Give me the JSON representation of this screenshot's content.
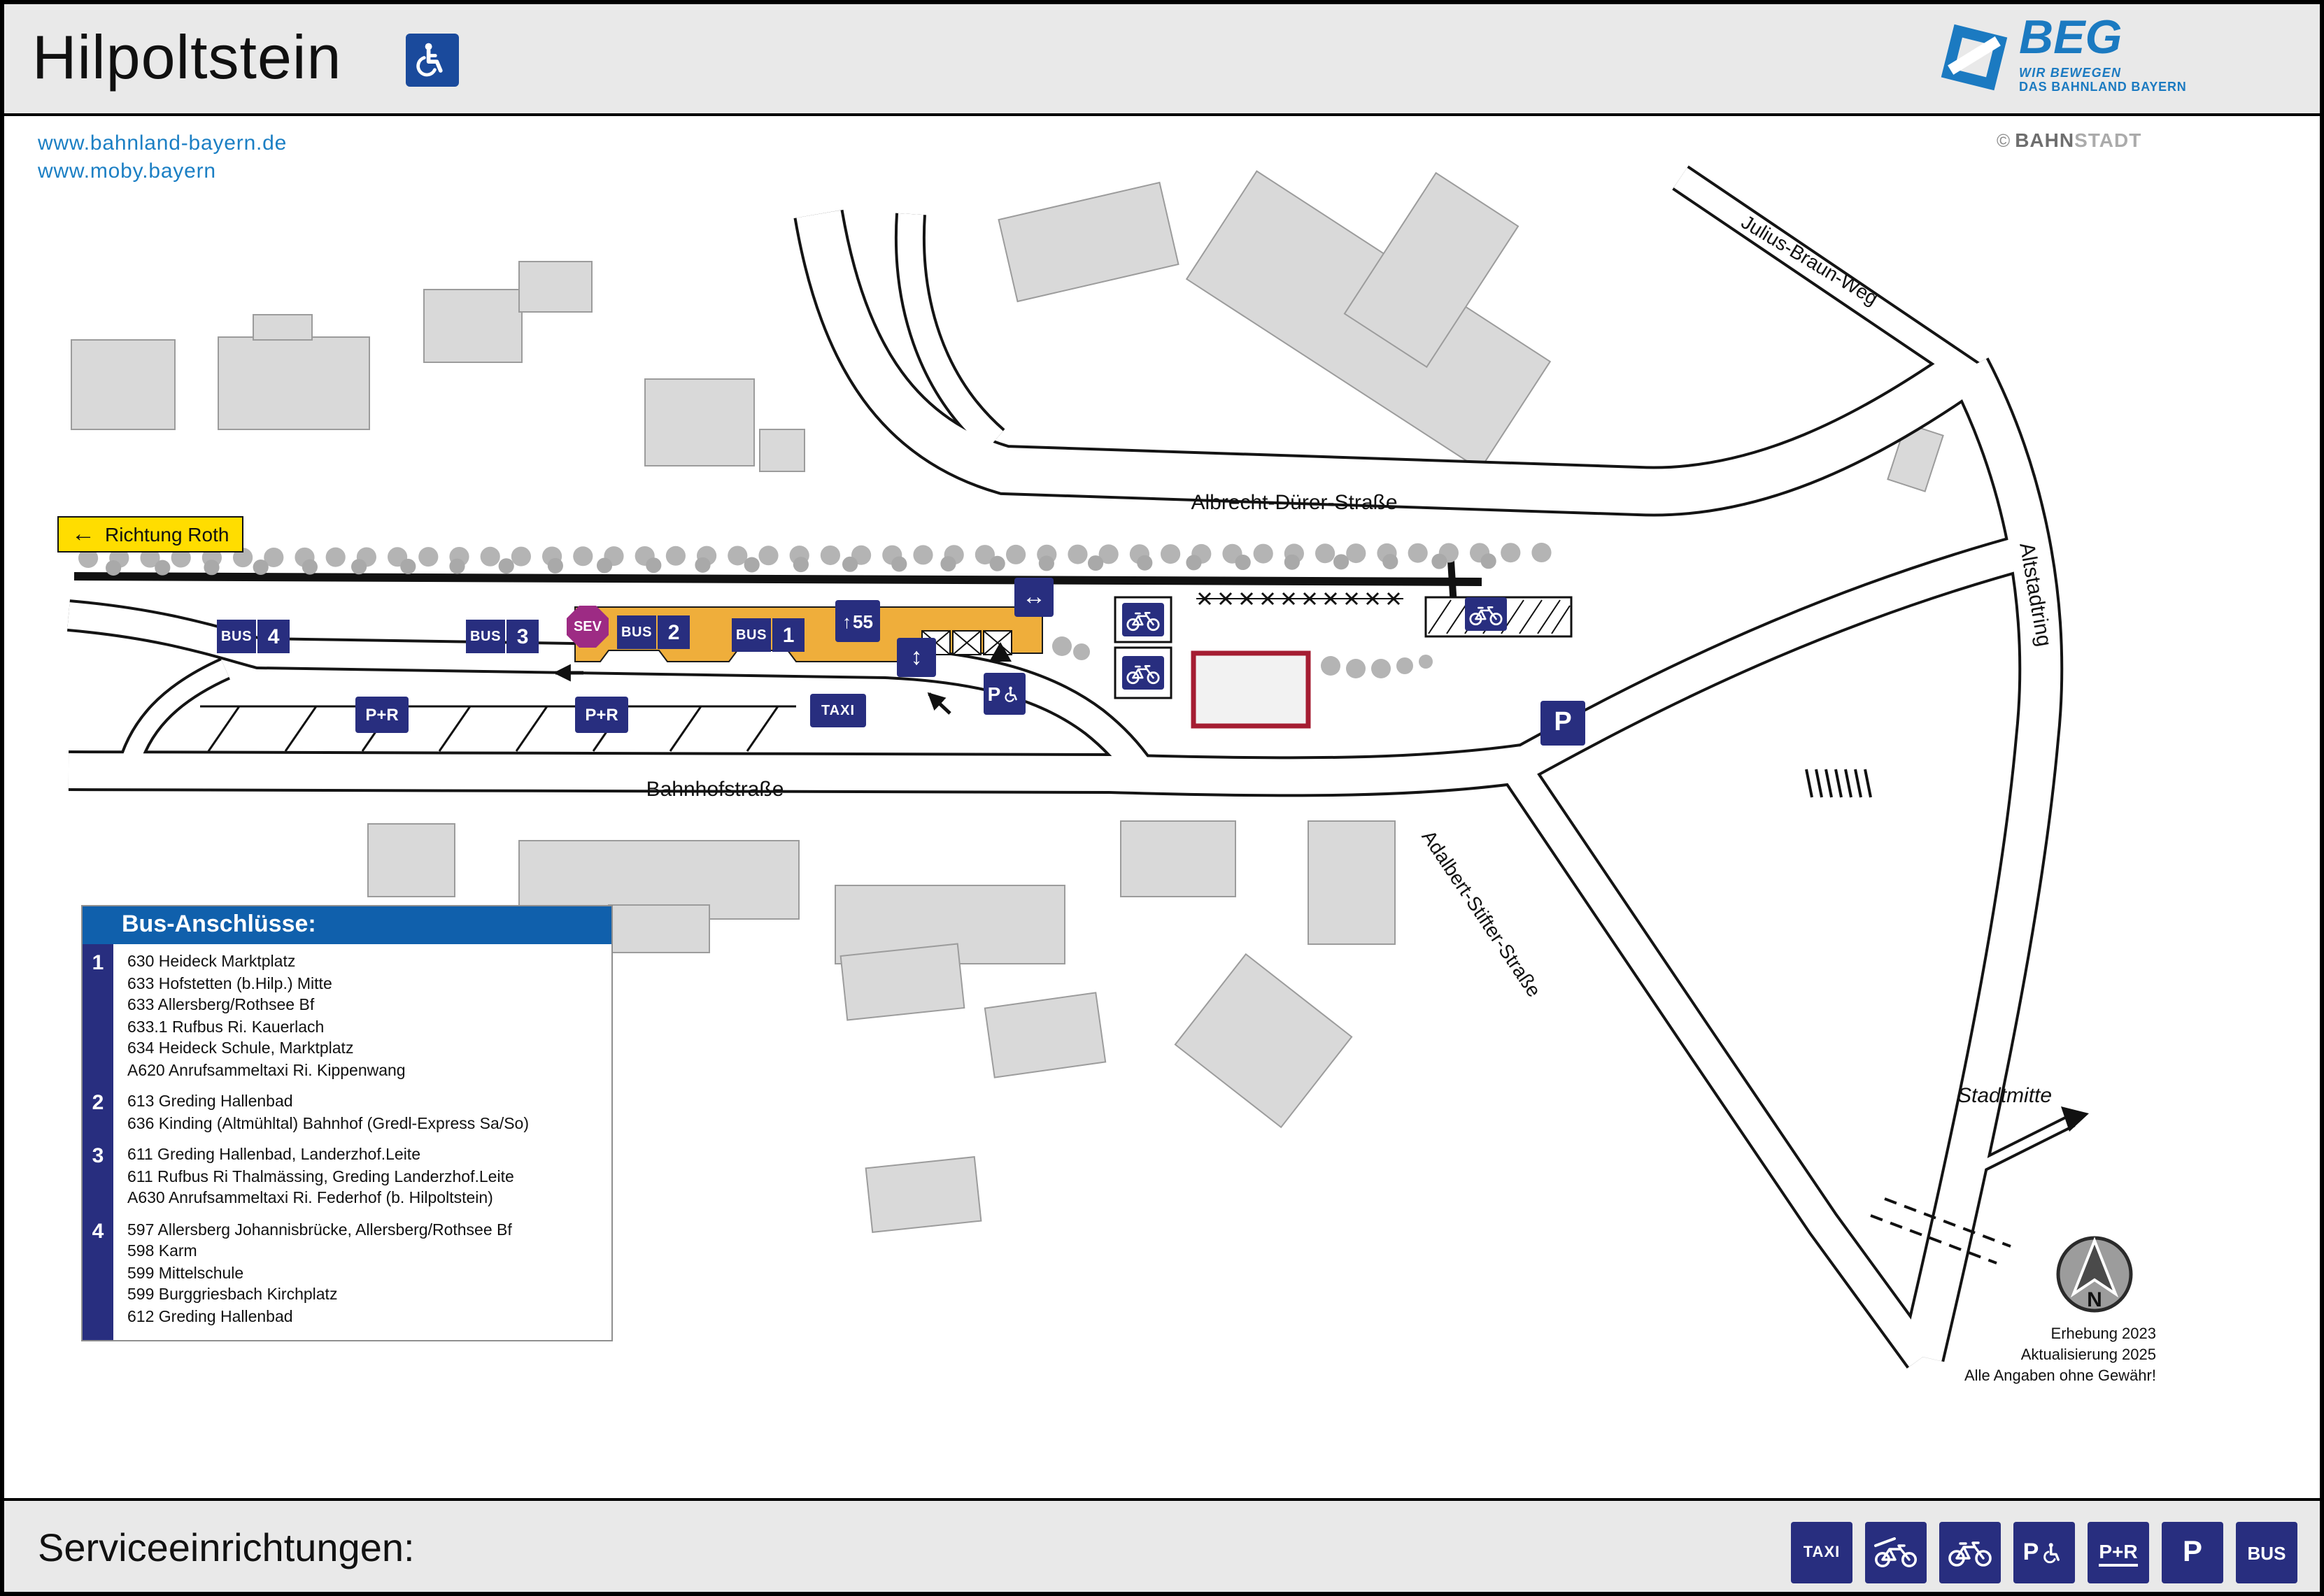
{
  "header": {
    "title": "Hilpoltstein"
  },
  "links": {
    "line1": "www.bahnland-bayern.de",
    "line2": "www.moby.bayern"
  },
  "logo": {
    "name": "BEG",
    "tagline1": "WIR BEWEGEN",
    "tagline2": "DAS BAHNLAND BAYERN",
    "credit_symbol": "©",
    "credit_part1": "BAHN",
    "credit_part2": "STADT"
  },
  "map": {
    "streets": {
      "albrecht": "Albrecht-Dürer-Straße",
      "julius": "Julius-Braun-Weg",
      "altstadtring": "Altstadtring",
      "bahnhof": "Bahnhofstraße",
      "adalbert": "Adalbert-Stifter-Straße"
    },
    "signs": {
      "richtung_arrow": "←",
      "richtung": "Richtung Roth",
      "bus": "BUS",
      "stops": [
        "1",
        "2",
        "3",
        "4"
      ],
      "sev": "SEV",
      "track_arrow": "↑",
      "track_number": "55",
      "crossing_lr": "↔",
      "crossing_ud": "↕",
      "pr": "P+R",
      "taxi": "TAXI",
      "p": "P"
    },
    "stadtmitte": "Stadtmitte",
    "north": "N",
    "notes": [
      "Erhebung 2023",
      "Aktualisierung 2025",
      "Alle Angaben ohne Gewähr!"
    ]
  },
  "legend": {
    "title": "Bus-Anschlüsse:",
    "groups": [
      {
        "number": "1",
        "lines": [
          "630 Heideck Marktplatz",
          "633 Hofstetten (b.Hilp.) Mitte",
          "633 Allersberg/Rothsee Bf",
          "633.1 Rufbus Ri. Kauerlach",
          "634 Heideck Schule, Marktplatz",
          "A620 Anrufsammeltaxi Ri. Kippenwang"
        ]
      },
      {
        "number": "2",
        "lines": [
          "613 Greding Hallenbad",
          "636 Kinding (Altmühltal) Bahnhof (Gredl-Express Sa/So)"
        ]
      },
      {
        "number": "3",
        "lines": [
          "611 Greding Hallenbad, Landerzhof.Leite",
          "611 Rufbus Ri Thalmässing, Greding Landerzhof.Leite",
          "A630 Anrufsammeltaxi Ri. Federhof (b. Hilpoltstein)"
        ]
      },
      {
        "number": "4",
        "lines": [
          "597 Allersberg Johannisbrücke, Allersberg/Rothsee Bf",
          "598 Karm",
          "599 Mittelschule",
          "599 Burggriesbach Kirchplatz",
          "612 Greding Hallenbad"
        ]
      }
    ]
  },
  "footer": {
    "title": "Serviceeinrichtungen:",
    "taxi": "TAXI",
    "pr": "P+R",
    "p": "P",
    "bus": "BUS"
  }
}
